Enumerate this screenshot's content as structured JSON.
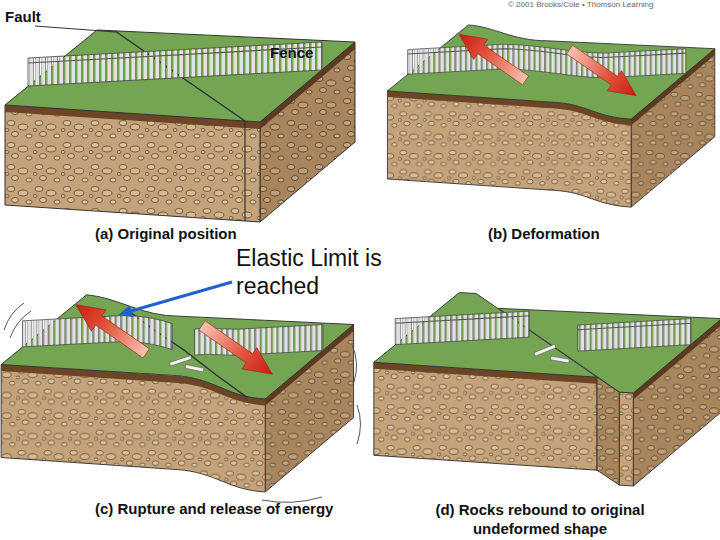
{
  "diagram": {
    "labels": [
      "Fault",
      "Fence",
      "© 2001 Brooks/Cole • Thomson Learning",
      "(a) Original position",
      "(b) Deformation",
      "Elastic Limit is reached",
      "(c) Rupture and release of energy",
      "(d) Rocks rebound to original undeformed shape"
    ]
  }
}
